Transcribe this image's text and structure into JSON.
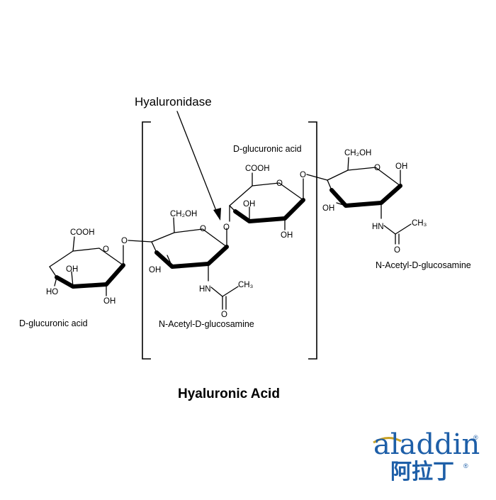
{
  "enzyme_label": "Hyaluronidase",
  "title": "Hyaluronic Acid",
  "units": [
    {
      "name": "D-glucuronic acid"
    },
    {
      "name": "N-Acetyl-D-glucosamine"
    },
    {
      "name": "D-glucuronic acid"
    },
    {
      "name": "N-Acetyl-D-glucosamine"
    }
  ],
  "groups": {
    "cooh": "COOH",
    "ch2oh": "CH₂OH",
    "oh": "OH",
    "ho": "HO",
    "nh": "HN",
    "ch3": "CH₃",
    "o": "O"
  },
  "logo": {
    "latin": "aladdin",
    "cjk": "阿拉丁",
    "registered": "®"
  },
  "colors": {
    "logo_blue": "#1e5fa8",
    "logo_gold": "#c9a227"
  }
}
